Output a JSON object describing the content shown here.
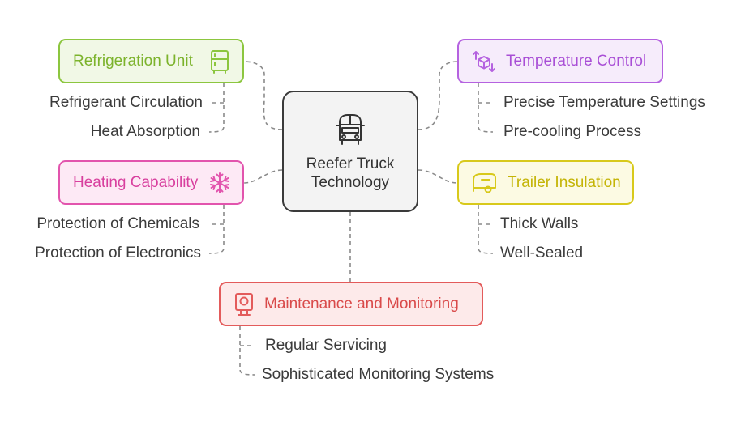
{
  "center": {
    "title_line1": "Reefer Truck",
    "title_line2": "Technology",
    "icon": "van-icon"
  },
  "topics": {
    "refrigeration": {
      "label": "Refrigeration Unit",
      "icon": "fridge-icon",
      "color": "#8cc63f",
      "items": [
        "Refrigerant Circulation",
        "Heat Absorption"
      ]
    },
    "temperature": {
      "label": "Temperature Control",
      "icon": "cube-arrows-icon",
      "color": "#b562e0",
      "items": [
        "Precise Temperature Settings",
        "Pre-cooling Process"
      ]
    },
    "heating": {
      "label": "Heating Capability",
      "icon": "snowflake-icon",
      "color": "#e254ad",
      "items": [
        "Protection of Chemicals",
        "Protection of Electronics"
      ]
    },
    "insulation": {
      "label": "Trailer Insulation",
      "icon": "trailer-icon",
      "color": "#d8c91b",
      "items": [
        "Thick Walls",
        "Well-Sealed"
      ]
    },
    "maintenance": {
      "label": "Maintenance and Monitoring",
      "icon": "monitor-icon",
      "color": "#e35b5b",
      "items": [
        "Regular Servicing",
        "Sophisticated Monitoring Systems"
      ]
    }
  }
}
